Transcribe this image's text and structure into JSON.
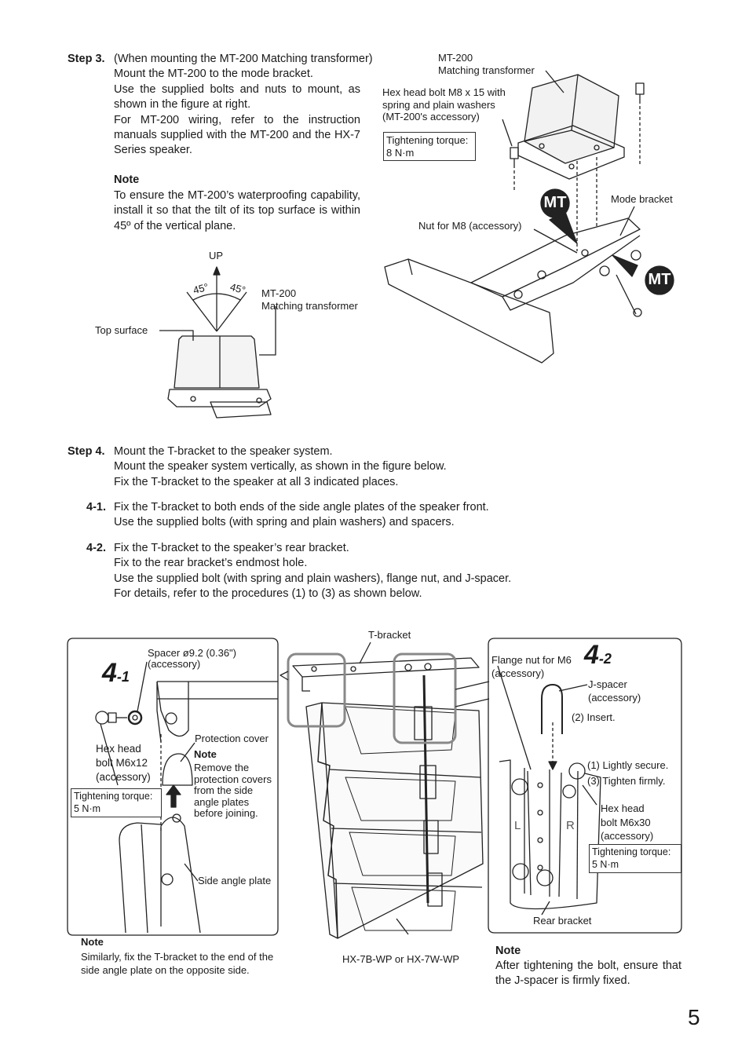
{
  "step3": {
    "label": "Step 3.",
    "lines": [
      "(When mounting the MT-200 Matching transformer)",
      "Mount the MT-200 to the mode bracket.",
      "Use the supplied bolts and nuts to mount, as shown in the figure at right.",
      "For MT-200 wiring, refer to the instruction manuals supplied with the MT-200 and the HX-7 Series speaker."
    ],
    "note_title": "Note",
    "note_text": "To ensure the MT-200’s waterproofing capability, install it so that the tilt of its top surface is within 45º of the vertical plane."
  },
  "fig_tilt": {
    "up": "UP",
    "angle_left": "45°",
    "angle_right": "45°",
    "transformer_label": "MT-200\nMatching transformer",
    "top_surface": "Top surface"
  },
  "fig_mt": {
    "transformer_label": "MT-200\nMatching transformer",
    "bolt_label": "Hex head bolt M8 x 15 with\nspring and plain washers\n(MT-200's accessory)",
    "torque_label": "Tightening torque:\n8 N·m",
    "mode_bracket": "Mode bracket",
    "nut_label": "Nut for M8 (accessory)",
    "badge": "MT"
  },
  "step4": {
    "label": "Step 4.",
    "lines": [
      "Mount the T-bracket to the speaker system.",
      "Mount the speaker system vertically, as shown in the figure below.",
      "Fix the T-bracket to the speaker at all 3 indicated places."
    ]
  },
  "step41": {
    "label": "4-1.",
    "lines": [
      "Fix the T-bracket to both ends of the side angle plates of the speaker front.",
      "Use the supplied bolts (with spring and plain washers) and spacers."
    ]
  },
  "step42": {
    "label": "4-2.",
    "lines": [
      "Fix the T-bracket to the speaker’s rear bracket.",
      "Fix to the rear bracket’s endmost hole.",
      "Use the supplied bolt (with spring and plain washers), flange nut, and J-spacer.",
      "For details, refer to the procedures (1) to (3) as shown below."
    ]
  },
  "panel41": {
    "num": "4",
    "sub": "-1",
    "spacer": "Spacer ø9.2 (0.36\")\n(accessory)",
    "hex_bolt": "Hex head\nbolt M6x12\n(accessory)",
    "torque": "Tightening torque:\n5 N·m",
    "protection_cover": "Protection cover",
    "note_title": "Note",
    "note_text": "Remove the\nprotection covers\nfrom the side\nangle plates\nbefore joining.",
    "side_angle_plate": "Side angle plate"
  },
  "note_bottom_left": {
    "title": "Note",
    "text": "Similarly, fix the T-bracket to the end of the\nside angle plate on the opposite side."
  },
  "center_fig": {
    "t_bracket": "T-bracket",
    "speaker": "HX-7B-WP or HX-7W-WP"
  },
  "panel42": {
    "num": "4",
    "sub": "-2",
    "flange_nut": "Flange nut for M6\n(accessory)",
    "j_spacer": "J-spacer\n(accessory)",
    "insert": "(2) Insert.",
    "lightly": "(1) Lightly secure.",
    "tighten": "(3) Tighten firmly.",
    "hex_bolt": "Hex head\nbolt M6x30\n(accessory)",
    "torque": "Tightening torque:\n5 N·m",
    "rear_bracket": "Rear bracket",
    "l": "L",
    "r": "R"
  },
  "note_bottom_right": {
    "title": "Note",
    "text": "After tightening the bolt, ensure that the J-spacer is firmly fixed."
  },
  "page_number": "5"
}
